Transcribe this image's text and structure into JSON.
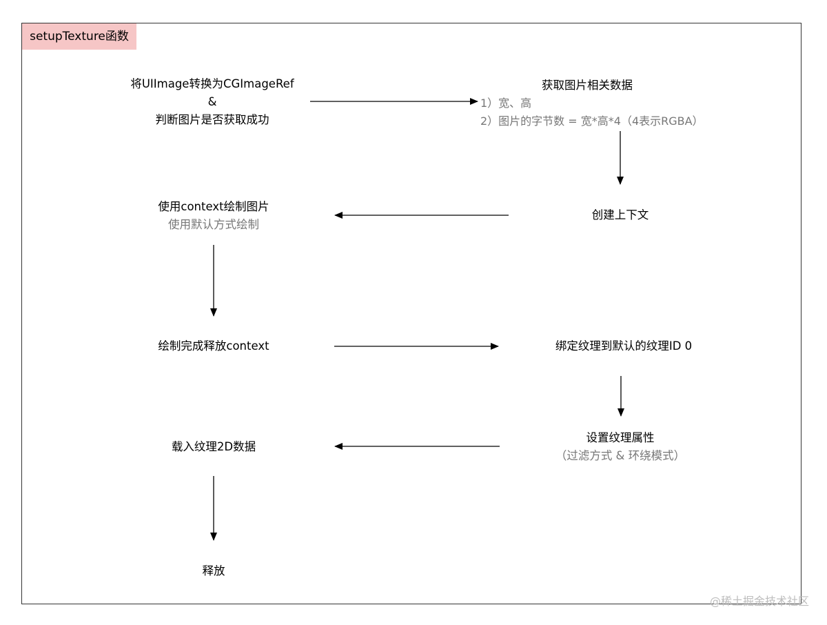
{
  "title": "setupTexture函数",
  "nodes": {
    "convert": {
      "lines": [
        "将UIImage转换为CGImageRef",
        "&",
        "判断图片是否获取成功"
      ]
    },
    "info": {
      "title": "获取图片相关数据",
      "items": [
        "1）宽、高",
        "2）图片的字节数 = 宽*高*4（4表示RGBA）"
      ]
    },
    "create_context": {
      "title": "创建上下文"
    },
    "draw_context": {
      "title": "使用context绘制图片",
      "subtitle": "使用默认方式绘制"
    },
    "release_context": {
      "title": "绘制完成释放context"
    },
    "bind_texture": {
      "title": "绑定纹理到默认的纹理ID 0"
    },
    "set_params": {
      "title": "设置纹理属性",
      "subtitle": "（过滤方式 & 环绕模式）"
    },
    "load_2d": {
      "title": "载入纹理2D数据"
    },
    "release": {
      "title": "释放"
    }
  },
  "watermark": "@稀土掘金技术社区"
}
